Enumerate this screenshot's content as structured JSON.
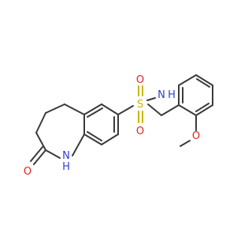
{
  "atoms": {
    "S": "S",
    "O_top": "O",
    "O_bottom": "O",
    "NH_sulfonamide": "N",
    "H_sulfonamide": "H",
    "NH_ring": "H",
    "N_ring": "N",
    "O_carbonyl": "O",
    "O_methoxy": "O"
  },
  "colors": {
    "bond": "#3a3a3a",
    "oxygen": "#e8211c",
    "nitrogen": "#2d3fcf",
    "sulfur": "#c8b400"
  }
}
